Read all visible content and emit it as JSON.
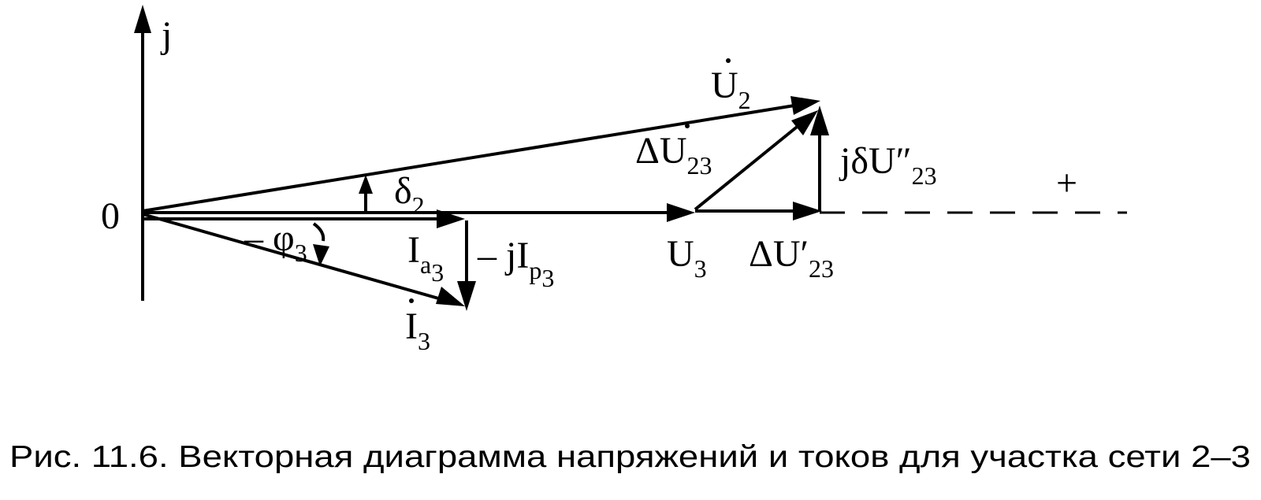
{
  "diagram": {
    "axis_j": "j",
    "origin": "0",
    "plus": "+",
    "U2": {
      "base": "U",
      "sub": "2"
    },
    "U3": {
      "base": "U",
      "sub": "3"
    },
    "I3": {
      "base": "I",
      "sub": "3"
    },
    "Ia3": {
      "base": "I",
      "sub": "a",
      "sub2": "3"
    },
    "jIp3": {
      "prefix": "– jI",
      "sub": "p",
      "sub2": "3"
    },
    "delta2": {
      "base": "δ",
      "sub": "2"
    },
    "phi3": {
      "prefix": "– φ",
      "sub": "3"
    },
    "dU23": {
      "base": "ΔU",
      "sub": "23"
    },
    "dUprime23": {
      "base": "ΔU′",
      "sub": "23"
    },
    "jdUdouble23": {
      "base": "jδU″",
      "sub": "23"
    }
  },
  "caption": "Рис. 11.6. Векторная диаграмма напряжений и токов для участка сети 2–3"
}
